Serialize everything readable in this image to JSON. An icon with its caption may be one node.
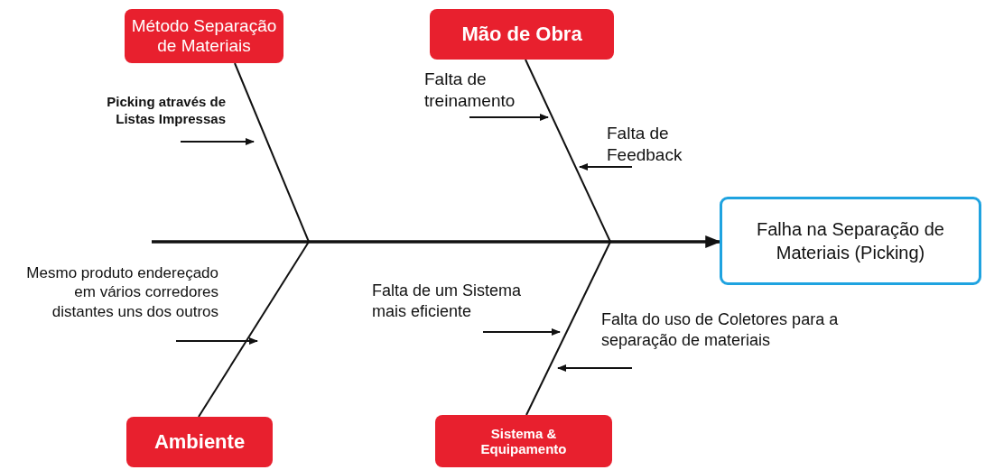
{
  "diagram": {
    "nodes": [
      {
        "text": [
          "Método Separação de Materiais"
        ]
      },
      {
        "text": [
          "Mão de Obra"
        ]
      },
      {
        "text": [
          "Ambiente"
        ]
      },
      {
        "text": [
          "Sistema & Equipamento"
        ]
      },
      {
        "text": [
          "Falha na Separação de Materiais (Picking)"
        ]
      },
      {
        "text": [
          "Picking através de Listas Impressas"
        ]
      },
      {
        "text": [
          "Falta de treinamento"
        ]
      },
      {
        "text": [
          "Falta de Feedback"
        ]
      },
      {
        "text": [
          "Mesmo produto endereçado em vários corredores distantes uns dos outros"
        ]
      },
      {
        "text": [
          "Falta de um Sistema mais eficiente"
        ]
      },
      {
        "text": [
          "Falta do uso de Coletores para a separação de materiais"
        ]
      }
    ],
    "edges": [
      {
        "from": null,
        "to": 4,
        "arrow": "to"
      },
      {
        "from": 0,
        "to": null,
        "arrow": "none"
      },
      {
        "from": 1,
        "to": null,
        "arrow": "none"
      },
      {
        "from": 2,
        "to": null,
        "arrow": "none"
      },
      {
        "from": 3,
        "to": null,
        "arrow": "none"
      },
      {
        "from": 5,
        "to": null,
        "arrow": "to"
      },
      {
        "from": 6,
        "to": null,
        "arrow": "to"
      },
      {
        "from": 7,
        "to": null,
        "arrow": "to"
      },
      {
        "from": 8,
        "to": null,
        "arrow": "to"
      },
      {
        "from": 9,
        "to": null,
        "arrow": "to"
      },
      {
        "from": 10,
        "to": null,
        "arrow": "to"
      }
    ]
  }
}
